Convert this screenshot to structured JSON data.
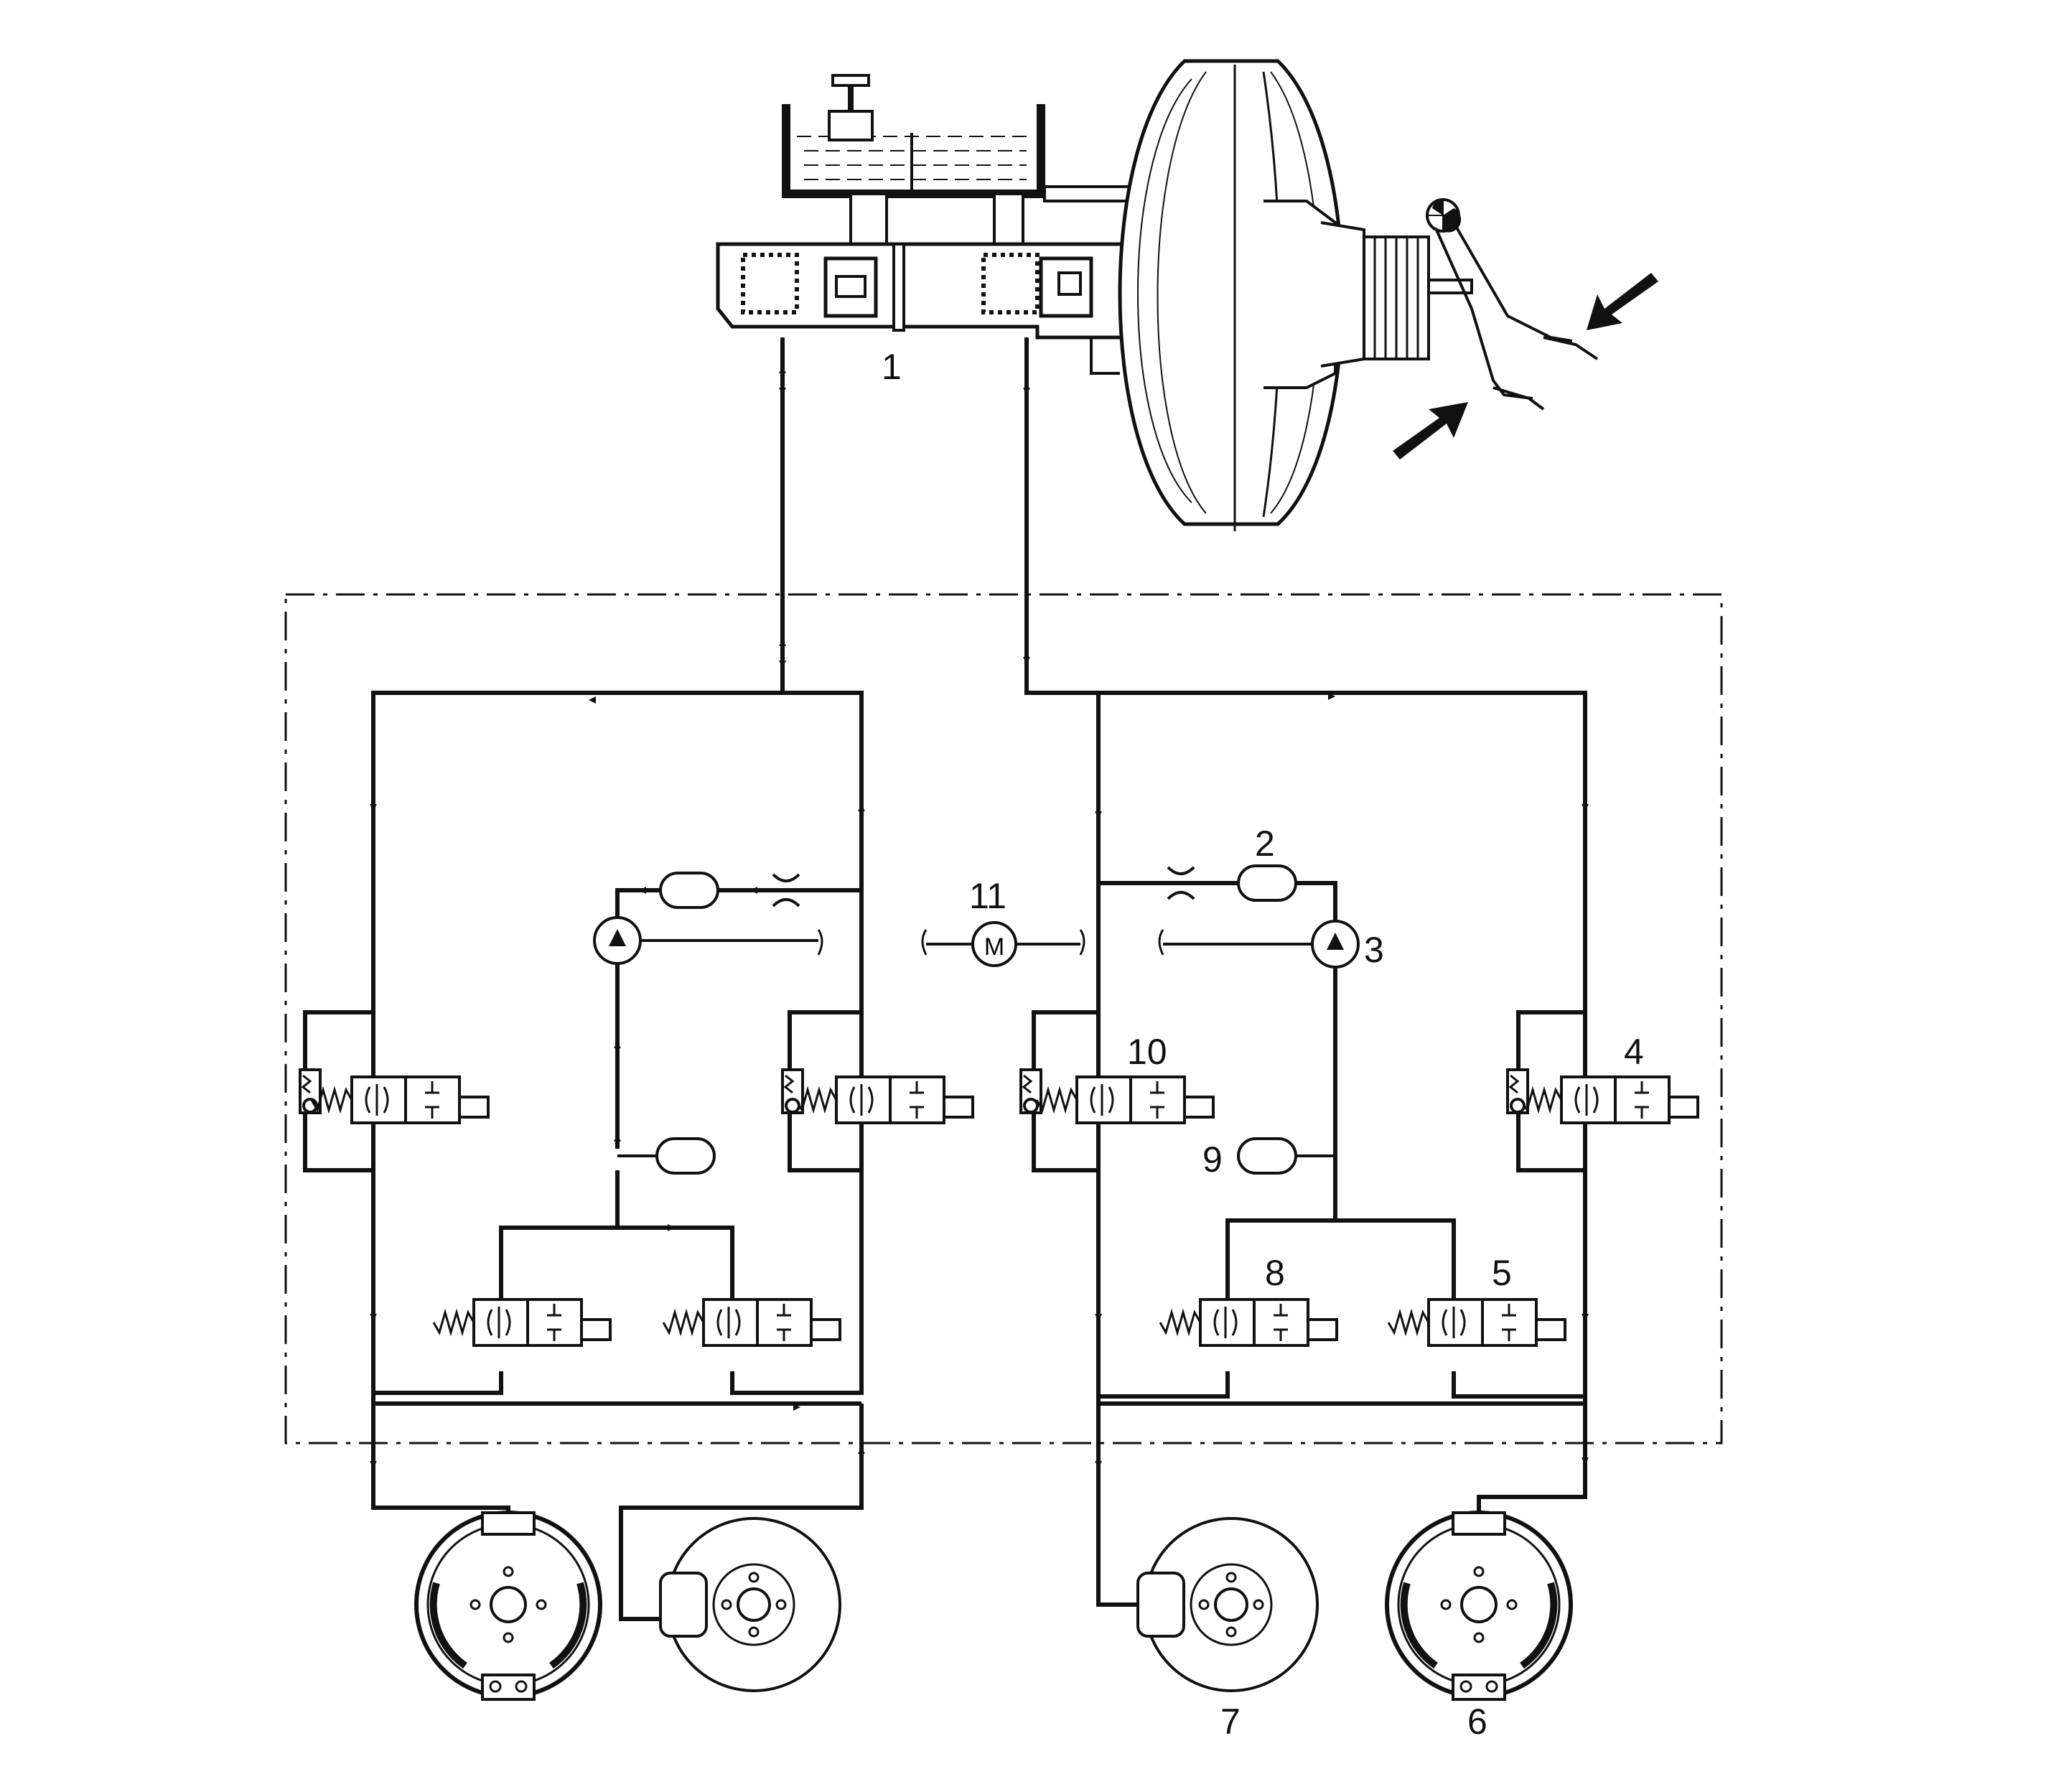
{
  "diagram": {
    "labels": [
      {
        "id": "master-cylinder",
        "text": "1"
      },
      {
        "id": "accumulator",
        "text": "2"
      },
      {
        "id": "pump",
        "text": "3"
      },
      {
        "id": "inlet-valve-rear-right",
        "text": "4"
      },
      {
        "id": "outlet-valve-rear-right",
        "text": "5"
      },
      {
        "id": "drum-brake-right",
        "text": "6"
      },
      {
        "id": "disc-brake-left",
        "text": "7"
      },
      {
        "id": "outlet-valve-front-left",
        "text": "8"
      },
      {
        "id": "damper-chamber",
        "text": "9"
      },
      {
        "id": "inlet-valve-front-left",
        "text": "10"
      },
      {
        "id": "pump-motor",
        "text": "11"
      }
    ],
    "motor_symbol": "M"
  }
}
